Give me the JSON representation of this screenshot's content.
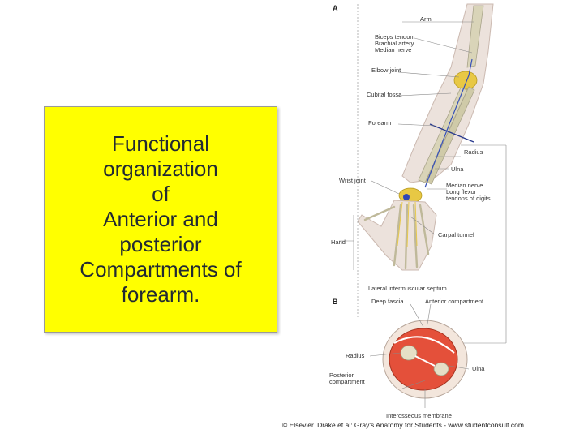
{
  "title_lines": [
    "Functional",
    "organization",
    "of",
    "Anterior and",
    "posterior",
    "Compartments of",
    "forearm."
  ],
  "figure": {
    "panel_a": "A",
    "panel_b": "B",
    "labels_a": {
      "arm": "Arm",
      "biceps": "Biceps tendon",
      "brachial": "Brachial artery",
      "median": "Median nerve",
      "elbow": "Elbow joint",
      "cubital": "Cubital fossa",
      "forearm": "Forearm",
      "radius": "Radius",
      "ulna": "Ulna",
      "wrist": "Wrist joint",
      "median2": "Median nerve",
      "flexor1": "Long flexor",
      "flexor2": "tendons of digits",
      "carpal": "Carpal tunnel",
      "hand": "Hand"
    },
    "labels_b": {
      "septum": "Lateral intermuscular septum",
      "deep": "Deep fascia",
      "anterior": "Anterior compartment",
      "radius": "Radius",
      "posterior1": "Posterior",
      "posterior2": "compartment",
      "ulna": "Ulna",
      "membrane": "Interosseous membrane"
    },
    "credit": "© Elsevier. Drake et al: Gray's Anatomy for Students - www.studentconsult.com"
  }
}
